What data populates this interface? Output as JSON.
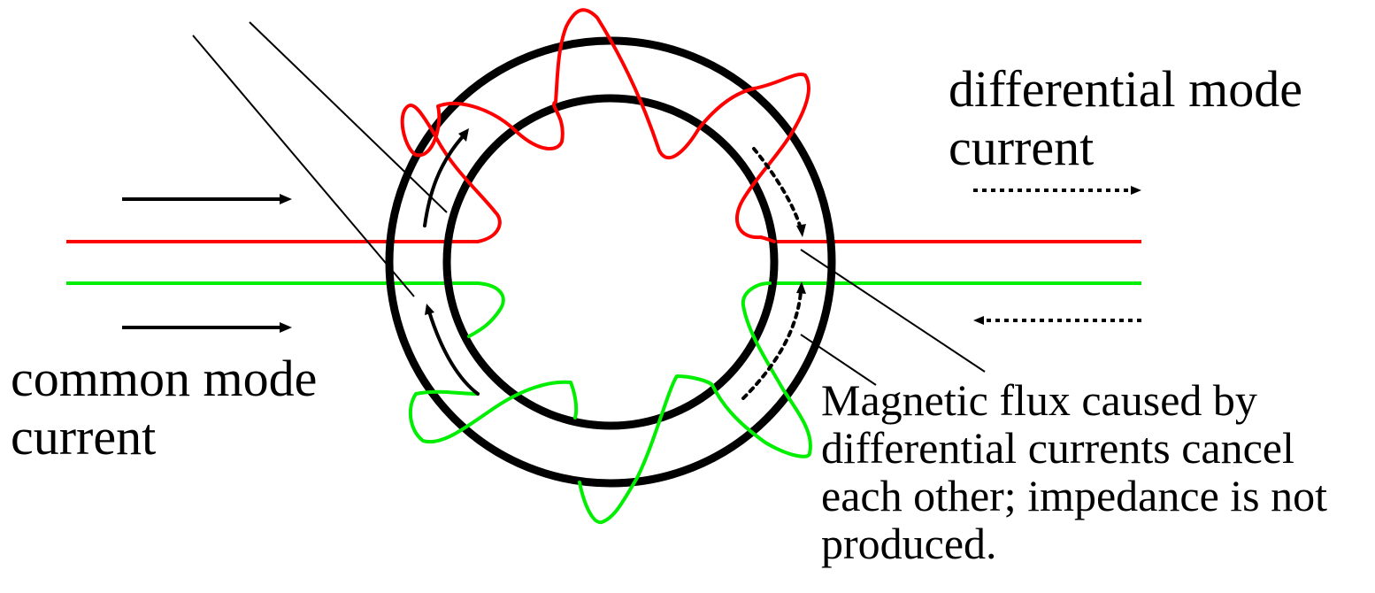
{
  "labels": {
    "differential_mode_line1": "differential mode",
    "differential_mode_line2": "current",
    "common_mode_line1": "common mode",
    "common_mode_line2": "current",
    "flux_note_line1": "Magnetic flux caused by",
    "flux_note_line2": "differential currents cancel",
    "flux_note_line3": "each other; impedance is not",
    "flux_note_line4": "produced."
  },
  "colors": {
    "wire_red": "#ff0000",
    "wire_green": "#00ee00",
    "core": "#000000",
    "background": "#ffffff"
  }
}
